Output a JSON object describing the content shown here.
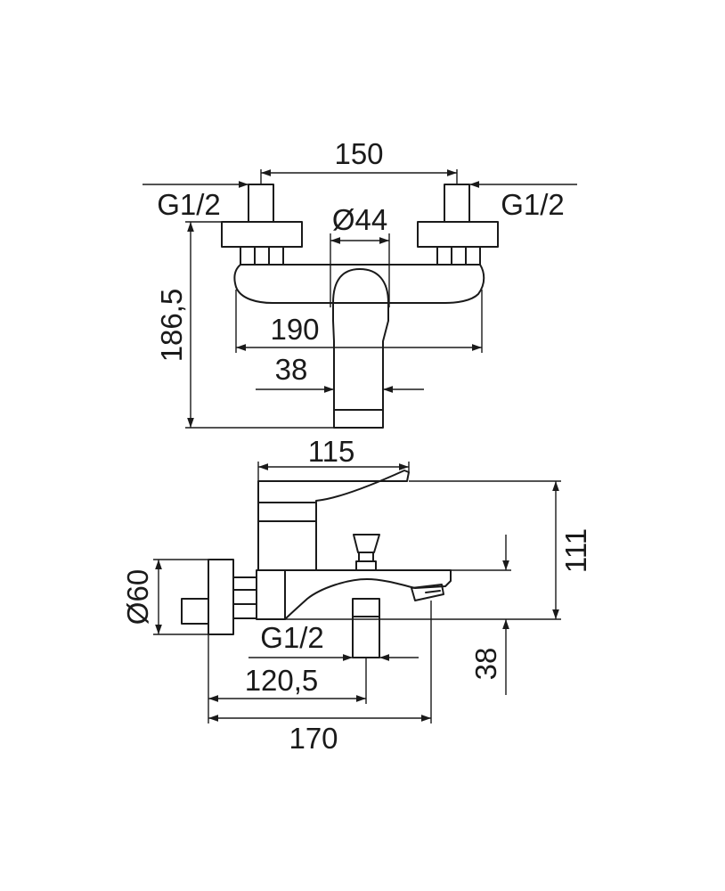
{
  "front_view": {
    "spacing": "150",
    "inlet_left": "G1/2",
    "inlet_right": "G1/2",
    "handle_diameter": "Ø44",
    "height": "186,5",
    "body_width": "190",
    "spout_width": "38"
  },
  "side_view": {
    "lever_length": "115",
    "total_height": "111",
    "cover_diameter": "Ø60",
    "outlet_thread": "G1/2",
    "outlet_clearance": "38",
    "outlet_distance": "120,5",
    "spout_reach": "170"
  },
  "colors": {
    "line": "#1a1a1a",
    "background": "#ffffff"
  }
}
